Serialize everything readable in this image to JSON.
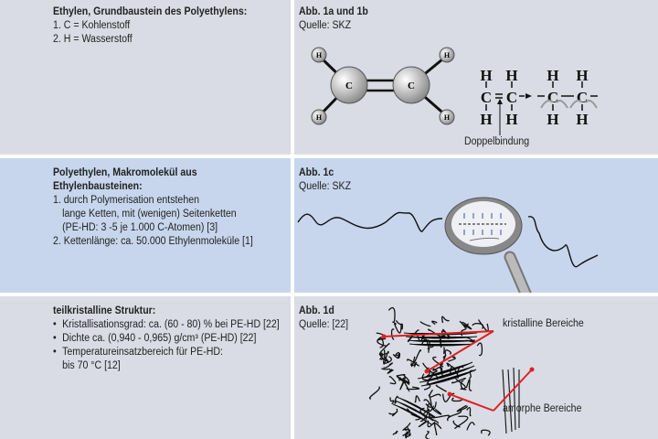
{
  "rows": [
    {
      "text": {
        "heading": "Ethylen, Grundbaustein des Polyethylens:",
        "lines": [
          "1. C = Kohlenstoff",
          "2. H = Wasserstoff"
        ]
      },
      "figure": {
        "title": "Abb. 1a und 1b",
        "source": "Quelle: SKZ",
        "atom_c": "C",
        "atom_h": "H",
        "annotation": "Doppelbindung"
      }
    },
    {
      "text": {
        "heading_line1": "Polyethylen, Makromolekül aus",
        "heading_line2": "Ethylenbausteinen:",
        "lines": [
          "1. durch Polymerisation entstehen",
          "lange Ketten, mit (wenigen) Seitenketten",
          "(PE-HD: 3 -5 je 1.000 C-Atomen) [3]",
          "2. Kettenlänge: ca. 50.000 Ethylenmoleküle [1]"
        ]
      },
      "figure": {
        "title": "Abb. 1c",
        "source": "Quelle: SKZ"
      }
    },
    {
      "text": {
        "heading": "teilkristalline Struktur:",
        "bullets": [
          "Kristallisationsgrad: ca. (60 - 80) % bei PE-HD [22]",
          "Dichte ca. (0,940 - 0,965) g/cm³ (PE-HD) [22]",
          "Temperatureinsatzbereich für PE-HD:"
        ],
        "continuation": "bis 70 °C [12]"
      },
      "figure": {
        "title": "Abb. 1d",
        "source": "Quelle: [22]",
        "label_crystalline": "kristalline Bereiche",
        "label_amorphous": "amorphe Bereiche"
      }
    }
  ],
  "colors": {
    "row_gray": "#d9dce4",
    "row_blue": "#c7d6ec",
    "arrow_red": "#e02020"
  }
}
